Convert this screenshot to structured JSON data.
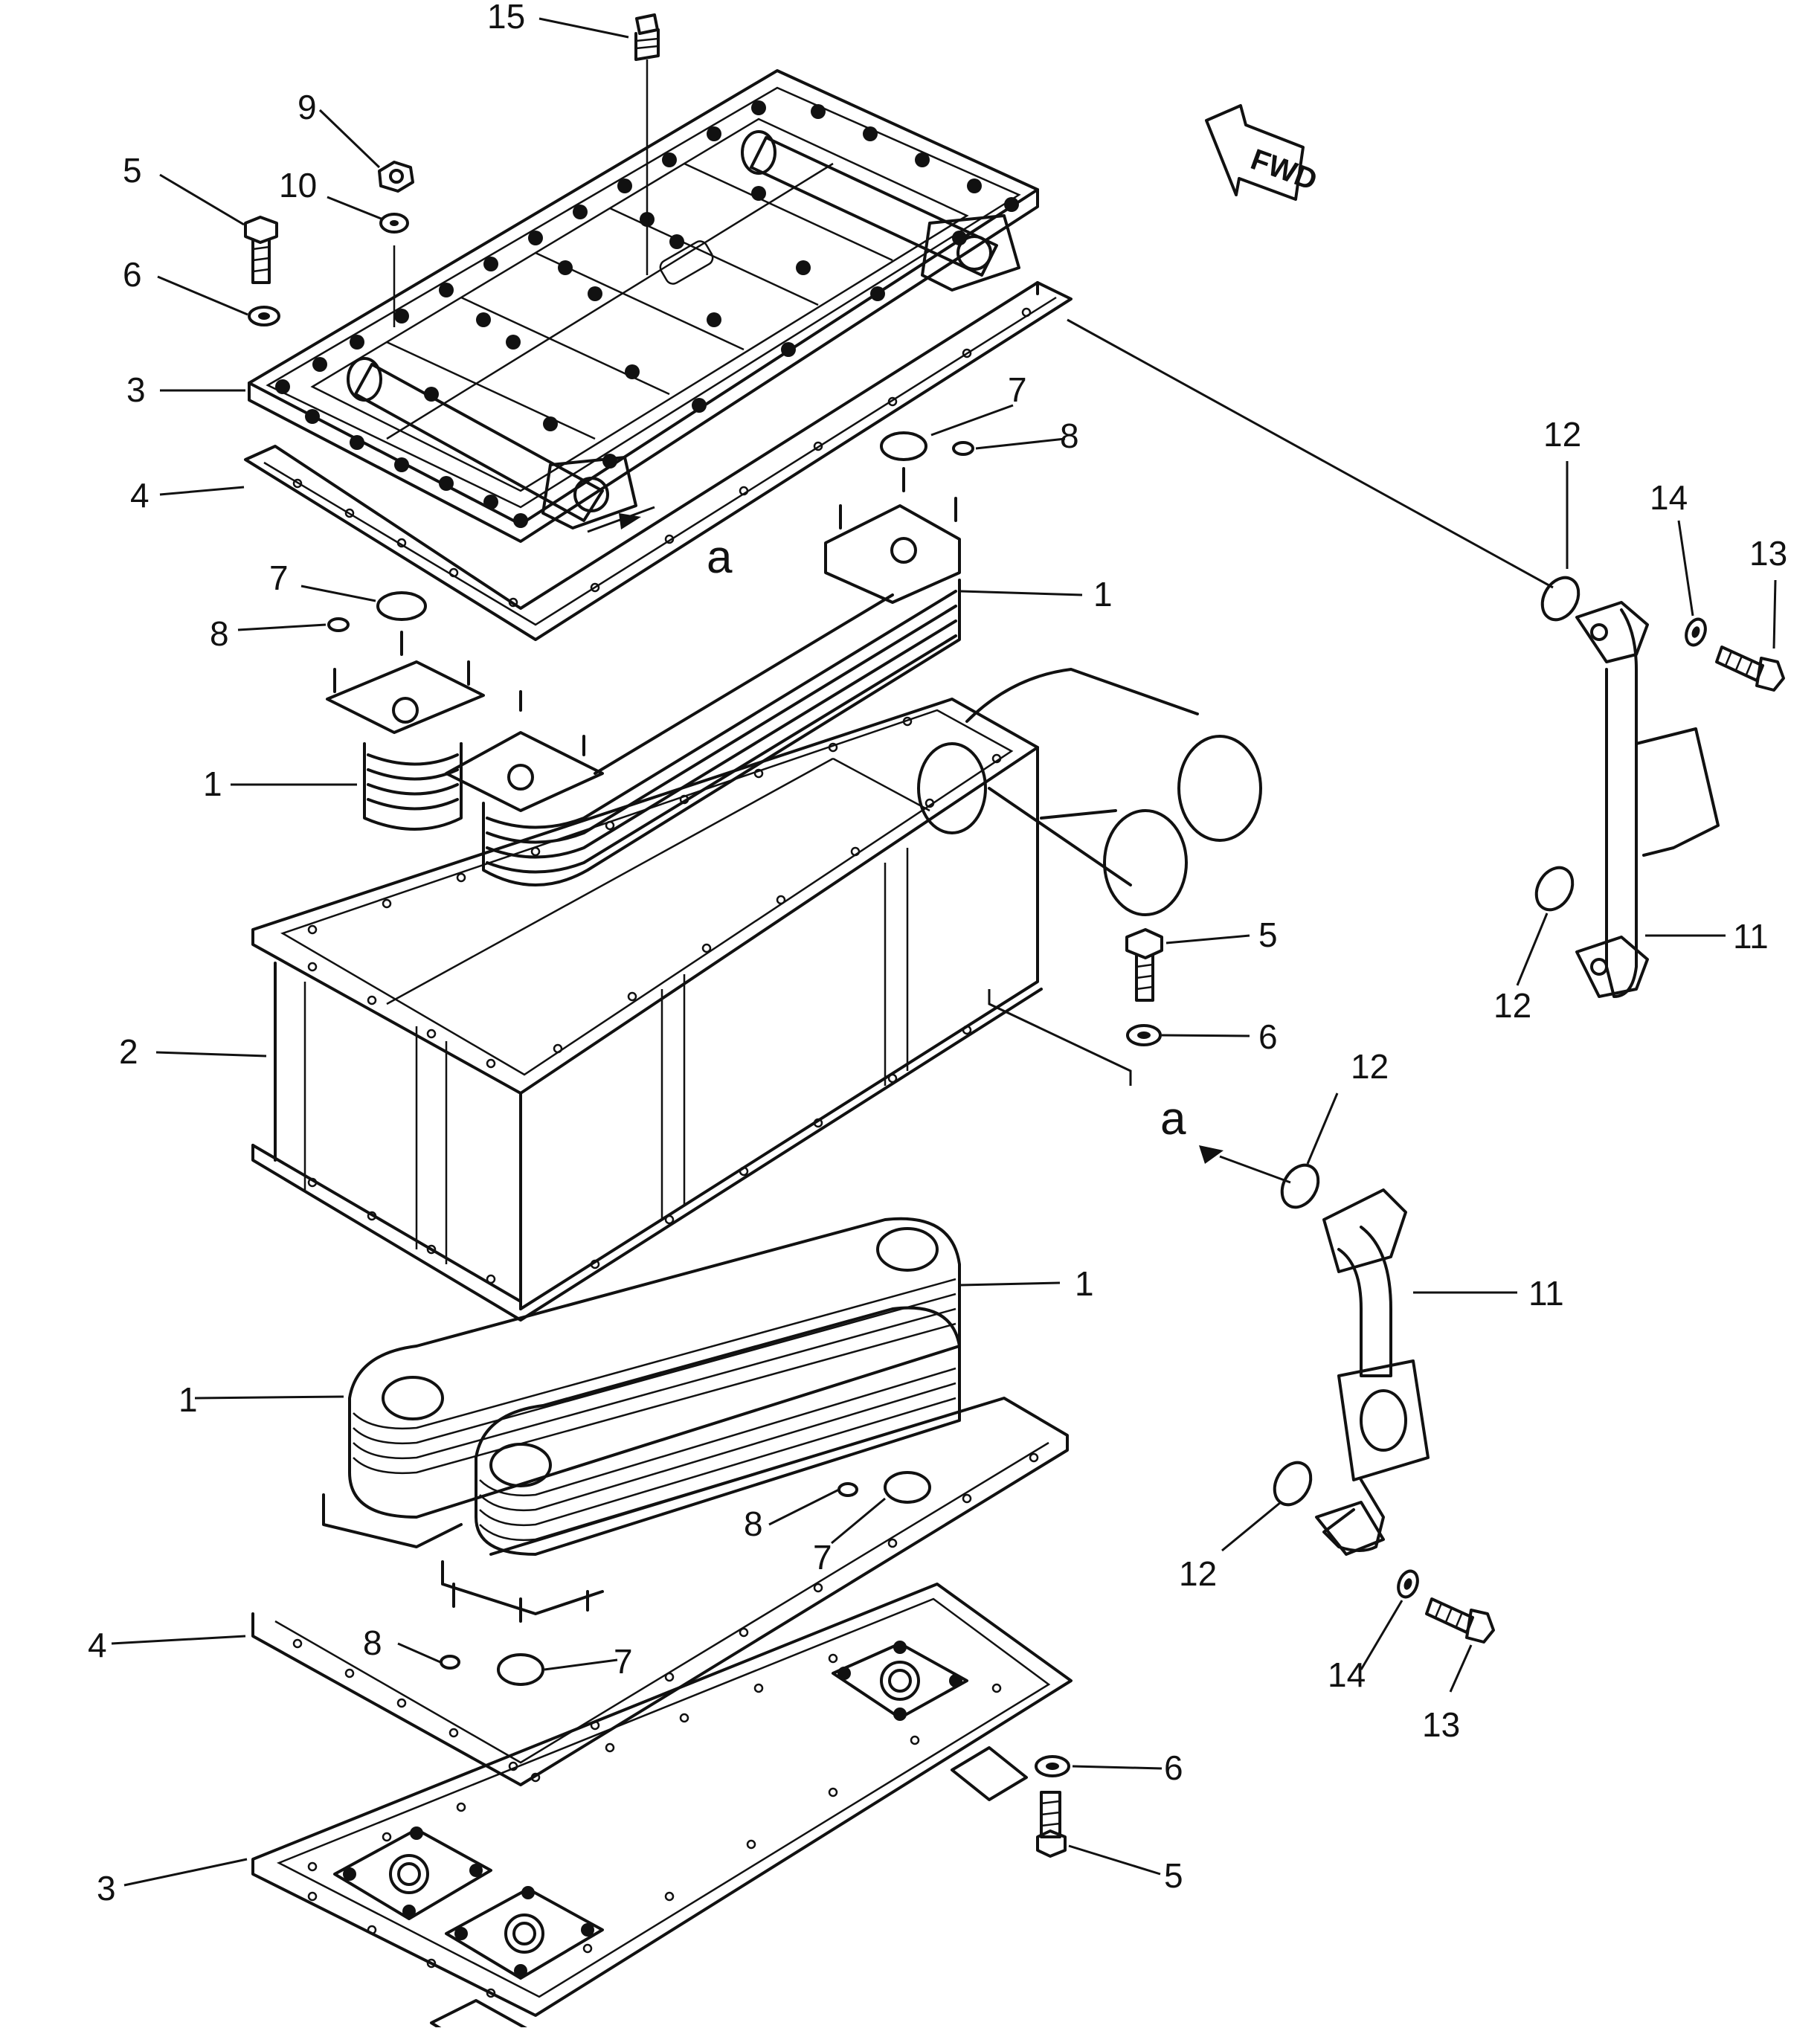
{
  "diagram": {
    "fwd_label": "FWD",
    "view_marker": "a",
    "callouts": [
      {
        "id": "c15",
        "label": "15"
      },
      {
        "id": "c9",
        "label": "9"
      },
      {
        "id": "c5a",
        "label": "5"
      },
      {
        "id": "c10",
        "label": "10"
      },
      {
        "id": "c6a",
        "label": "6"
      },
      {
        "id": "c3a",
        "label": "3"
      },
      {
        "id": "c4a",
        "label": "4"
      },
      {
        "id": "c7a",
        "label": "7"
      },
      {
        "id": "c8a",
        "label": "8"
      },
      {
        "id": "c7b",
        "label": "7"
      },
      {
        "id": "c8b",
        "label": "8"
      },
      {
        "id": "c1a",
        "label": "1"
      },
      {
        "id": "c1b",
        "label": "1"
      },
      {
        "id": "c2",
        "label": "2"
      },
      {
        "id": "c5b",
        "label": "5"
      },
      {
        "id": "c6b",
        "label": "6"
      },
      {
        "id": "c1c",
        "label": "1"
      },
      {
        "id": "c1d",
        "label": "1"
      },
      {
        "id": "c8c",
        "label": "8"
      },
      {
        "id": "c7c",
        "label": "7"
      },
      {
        "id": "c4b",
        "label": "4"
      },
      {
        "id": "c8d",
        "label": "8"
      },
      {
        "id": "c7d",
        "label": "7"
      },
      {
        "id": "c3b",
        "label": "3"
      },
      {
        "id": "c6c",
        "label": "6"
      },
      {
        "id": "c5c",
        "label": "5"
      },
      {
        "id": "c12a",
        "label": "12"
      },
      {
        "id": "c14a",
        "label": "14"
      },
      {
        "id": "c13a",
        "label": "13"
      },
      {
        "id": "c11a",
        "label": "11"
      },
      {
        "id": "c12b",
        "label": "12"
      },
      {
        "id": "c12c",
        "label": "12"
      },
      {
        "id": "c11b",
        "label": "11"
      },
      {
        "id": "c12d",
        "label": "12"
      },
      {
        "id": "c14b",
        "label": "14"
      },
      {
        "id": "c13b",
        "label": "13"
      }
    ]
  }
}
